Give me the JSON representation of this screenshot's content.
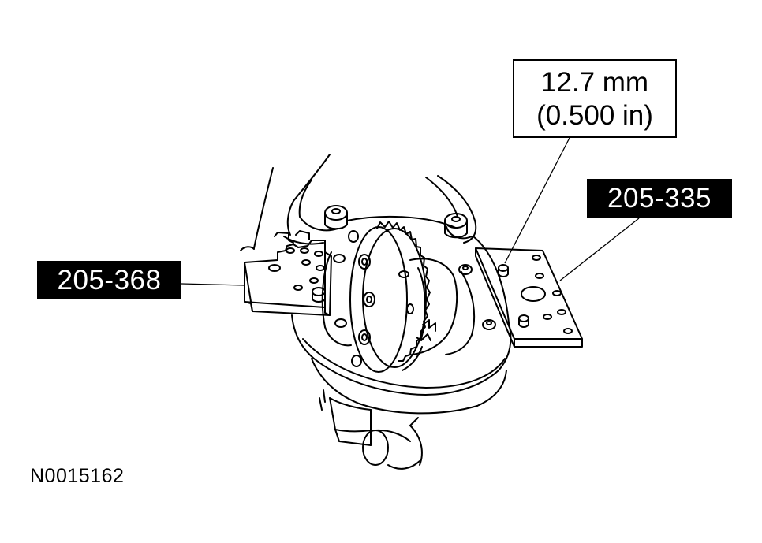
{
  "callouts": {
    "tool_left": "205-368",
    "tool_right": "205-335",
    "dimension_metric": "12.7 mm",
    "dimension_imperial": "(0.500 in)"
  },
  "figure": {
    "id": "N0015162"
  },
  "colors": {
    "line": "#000000",
    "background": "#ffffff",
    "callout_fill": "#000000",
    "callout_text": "#ffffff"
  }
}
